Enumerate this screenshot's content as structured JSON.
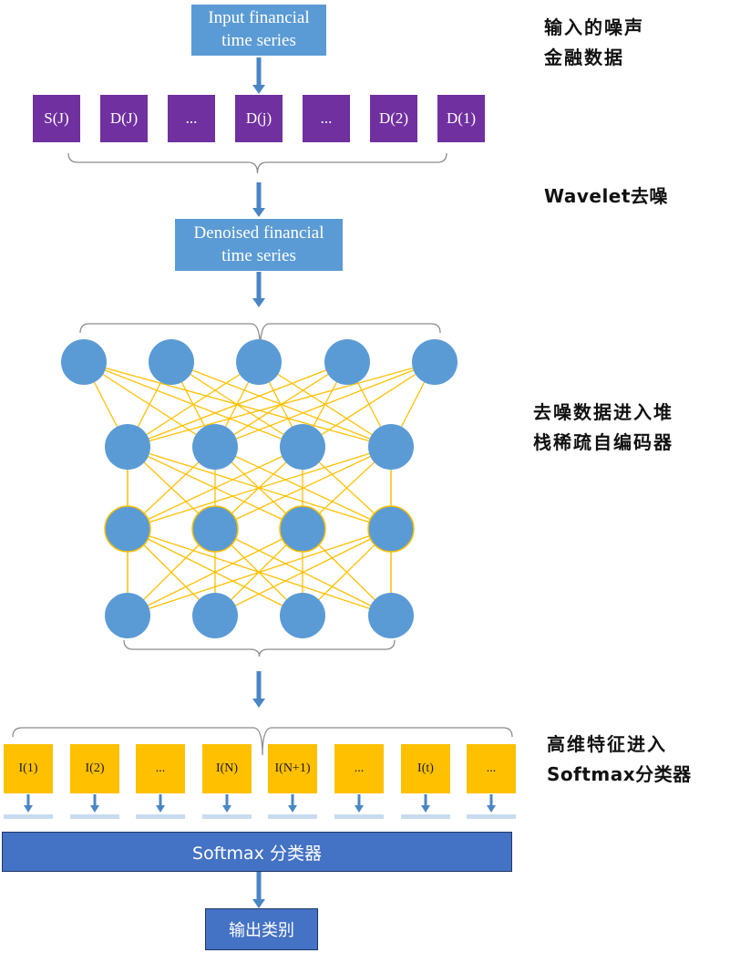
{
  "input_box": "Input financial\ntime series",
  "wavelet_boxes": [
    "S(J)",
    "D(J)",
    "...",
    "D(j)",
    "...",
    "D(2)",
    "D(1)"
  ],
  "denoised_box": "Denoised financial\ntime series",
  "feature_boxes": [
    "I(1)",
    "I(2)",
    "...",
    "I(N)",
    "I(N+1)",
    "...",
    "I(t)",
    "..."
  ],
  "softmax_bar": "Softmax 分类器",
  "output_box": "输出类别",
  "notes": {
    "noisy": [
      "输入的噪声",
      "金融数据"
    ],
    "wavelet": "Wavelet去噪",
    "sae": [
      "去噪数据进入堆",
      "栈稀疏自编码器"
    ],
    "features": [
      "高维特征进入",
      "Softmax分类器"
    ]
  },
  "colors": {
    "blue_box": "#5b9bd5",
    "purple_box": "#7030a0",
    "yellow_box": "#ffc000",
    "node": "#5b9bd5",
    "edge": "#ffc000",
    "softmax": "#4472c4"
  }
}
